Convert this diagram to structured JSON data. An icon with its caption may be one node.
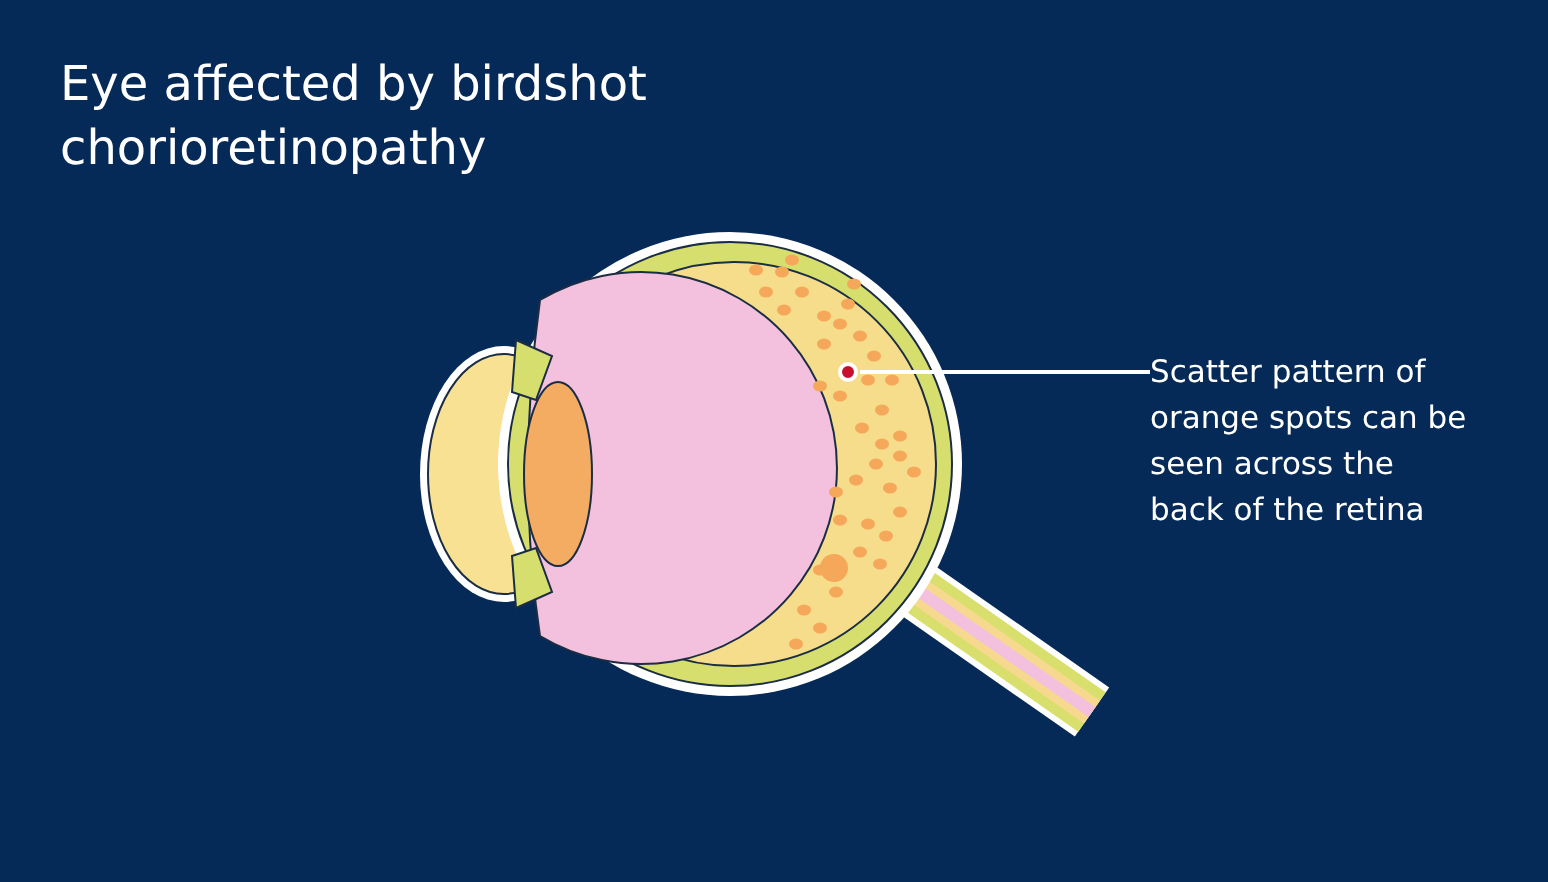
{
  "diagram": {
    "title": "Eye affected by birdshot chorioretinopathy",
    "nodes": [
      {
        "text": [
          "Scatter pattern of orange spots can be seen across the back of the retina"
        ]
      },
      {
        "text": [],
        "shape": "circle"
      }
    ],
    "edges": [
      {
        "from": 0,
        "to": 1,
        "arrow": "none"
      }
    ]
  }
}
